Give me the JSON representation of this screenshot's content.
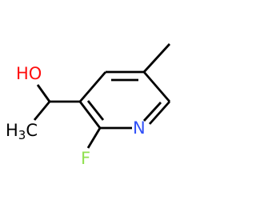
{
  "atoms": {
    "hydroxyl": {
      "text": "HO",
      "color": "#ff0d0d"
    },
    "methyl_left": {
      "main": "H",
      "sub": "3",
      "tail": "C",
      "color": "#000000"
    },
    "nitrogen": {
      "text": "N",
      "color": "#3050f8"
    },
    "fluorine": {
      "text": "F",
      "color": "#90e050"
    }
  },
  "colors": {
    "bond": "#000000",
    "background": "#ffffff"
  }
}
